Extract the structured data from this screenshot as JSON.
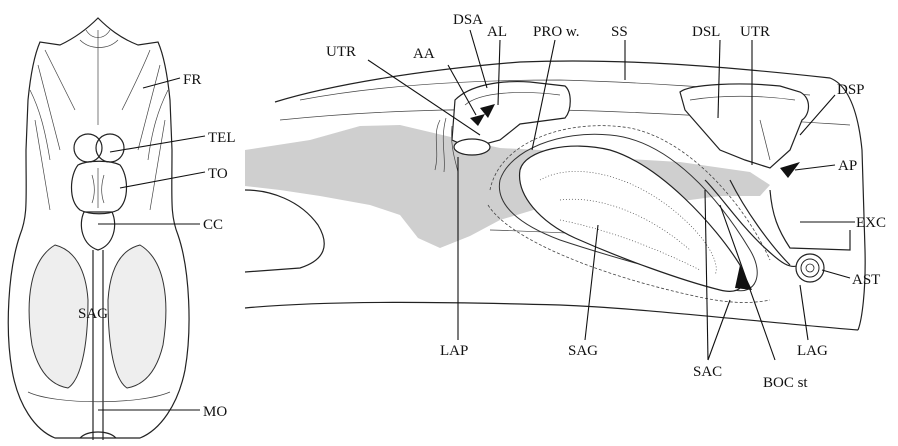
{
  "left_view": {
    "labels": {
      "fr": "FR",
      "tel": "TEL",
      "to": "TO",
      "cc": "CC",
      "sag": "SAG",
      "mo": "MO"
    }
  },
  "right_view": {
    "labels": {
      "dsa": "DSA",
      "al": "AL",
      "pro_w": "PRO w.",
      "ss": "SS",
      "dsl": "DSL",
      "utr_right": "UTR",
      "utr_left": "UTR",
      "aa": "AA",
      "dsp": "DSP",
      "ap": "AP",
      "exc": "EXC",
      "ast": "AST",
      "lag": "LAG",
      "boc_st": "BOC st",
      "sac": "SAC",
      "sag": "SAG",
      "lap": "LAP"
    }
  },
  "colors": {
    "line": "#111111",
    "gray_fill": "#cfcfcf",
    "light_fill": "#eeeeee"
  }
}
